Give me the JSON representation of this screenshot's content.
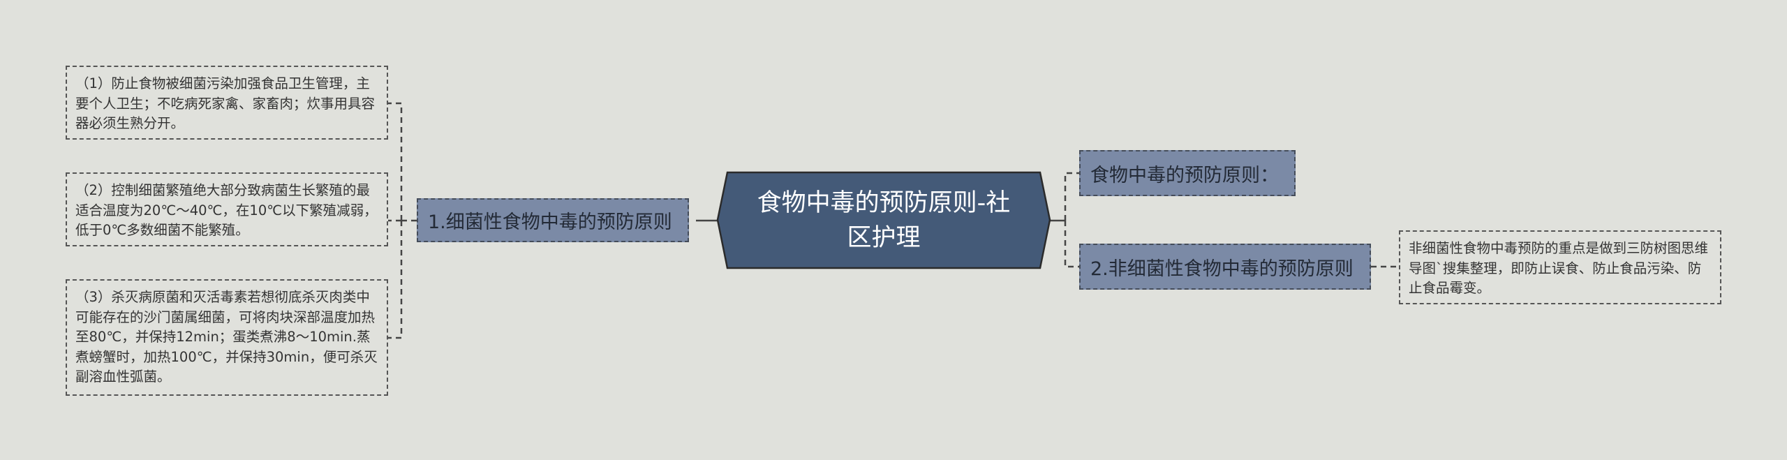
{
  "root": {
    "title": "食物中毒的预防原则-社区护理"
  },
  "left_branch": {
    "label": "1.细菌性食物中毒的预防原则",
    "items": [
      "（1）防止食物被细菌污染加强食品卫生管理，主要个人卫生；不吃病死家禽、家畜肉；炊事用具容器必须生熟分开。",
      "（2）控制细菌繁殖绝大部分致病菌生长繁殖的最适合温度为20℃～40℃，在10℃以下繁殖减弱，低于0℃多数细菌不能繁殖。",
      "（3）杀灭病原菌和灭活毒素若想彻底杀灭肉类中可能存在的沙门菌属细菌，可将肉块深部温度加热至80℃，并保持12min；蛋类煮沸8～10min.蒸煮螃蟹时，加热100℃，并保持30min，便可杀灭副溶血性弧菌。"
    ]
  },
  "right_branches": [
    {
      "label": "食物中毒的预防原则："
    },
    {
      "label": "2.非细菌性食物中毒的预防原则",
      "detail": "非细菌性食物中毒预防的重点是做到三防树图思维导图`搜集整理，即防止误食、防止食品污染、防止食品霉变。"
    }
  ],
  "colors": {
    "background": "#e0e1dc",
    "root_fill": "#445a78",
    "branch_fill": "#7b8aa6"
  }
}
